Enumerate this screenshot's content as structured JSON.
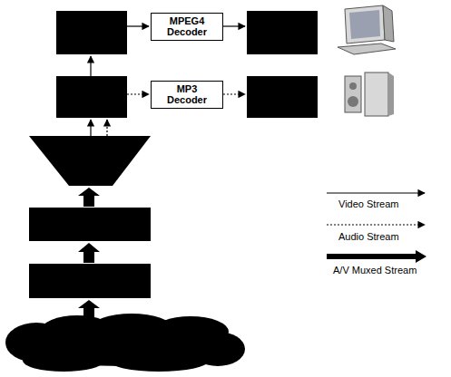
{
  "diagram": {
    "nodes": [
      {
        "text": [
          "MPEG4 Decoder"
        ]
      },
      {
        "text": [
          "MP3 Decoder"
        ]
      }
    ],
    "legend": [
      {
        "text": "Video Stream"
      },
      {
        "text": "Audio Stream"
      },
      {
        "text": "A/V Muxed Stream"
      }
    ]
  }
}
